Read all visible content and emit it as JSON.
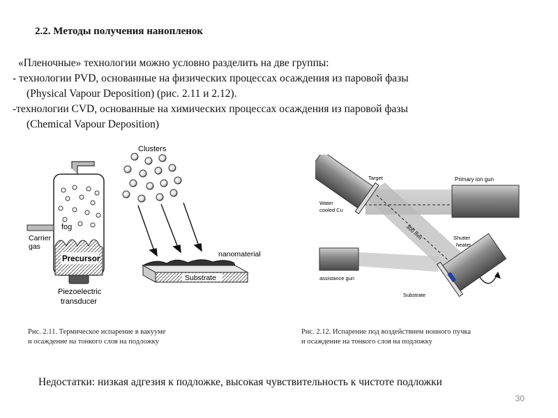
{
  "slide": {
    "title": "2.2. Методы получения нанопленок",
    "lines": [
      "«Пленочные» технологии можно условно разделить на две группы:",
      "- технологии PVD, основанные на физических процессах осаждения из паровой фазы",
      "(Physical Vapour Deposition) (рис. 2.11 и 2.12).",
      "-технологии  CVD, основанные на химических процессах осаждения из паровой фазы",
      "(Chemical Vapour Deposition)"
    ],
    "bottom_note": "Недостатки: низкая адгезия к подложке,  высокая чувствительность к чистоте подложки",
    "page_number": "30"
  },
  "figure_left": {
    "labels": {
      "clusters": "Clusters",
      "fog": "fog",
      "carrier": "Carrier",
      "gas": "gas",
      "precursor": "Precursor",
      "piezo1": "Piezoelectric",
      "piezo2": "transducer",
      "nanomaterial": "nanomaterial",
      "substrate": "Substrate"
    },
    "caption_line1": "Рис. 2.11. Термическое испарение в вакууме",
    "caption_line2": "и осаждение на тонкого слоя на подложку"
  },
  "figure_right": {
    "labels": {
      "target": "Target",
      "water1": "Water",
      "water2": "cooled Cu",
      "primary_gun": "Primary ion gun",
      "distance": "300 mm",
      "shutter": "Shutter",
      "heater": "heater",
      "assistance_gun": "assistance gun",
      "substrate": "Substrate"
    },
    "caption_line1": "Рис. 2.12. Испарение  под воздействием ионного пучка",
    "caption_line2": "и осаждение на тонкого слоя на подложку"
  }
}
